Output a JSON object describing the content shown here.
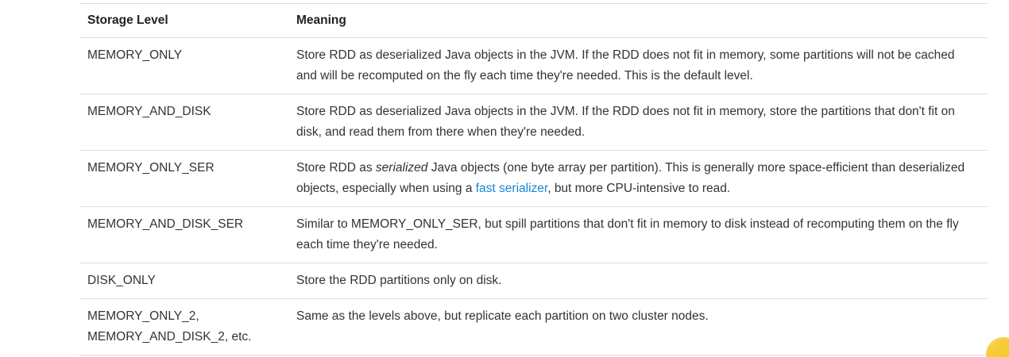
{
  "colors": {
    "text": "#333333",
    "header_text": "#222222",
    "border": "#dddddd",
    "link": "#1587d2",
    "corner_accent": "#f7cb35"
  },
  "table": {
    "columns": [
      {
        "label": "Storage Level"
      },
      {
        "label": "Meaning"
      }
    ],
    "rows": [
      {
        "level": "MEMORY_ONLY",
        "meaning": [
          {
            "t": "Store RDD as deserialized Java objects in the JVM. If the RDD does not fit in memory, some partitions will not be cached and will be recomputed on the fly each time they're needed. This is the default level.",
            "s": "normal"
          }
        ]
      },
      {
        "level": "MEMORY_AND_DISK",
        "meaning": [
          {
            "t": "Store RDD as deserialized Java objects in the JVM. If the RDD does not fit in memory, store the partitions that don't fit on disk, and read them from there when they're needed.",
            "s": "normal"
          }
        ]
      },
      {
        "level": "MEMORY_ONLY_SER",
        "meaning": [
          {
            "t": "Store RDD as ",
            "s": "normal"
          },
          {
            "t": "serialized",
            "s": "italic"
          },
          {
            "t": " Java objects (one byte array per partition). This is generally more space-efficient than deserialized objects, especially when using a ",
            "s": "normal"
          },
          {
            "t": "fast serializer",
            "s": "link",
            "name": "fast-serializer-link"
          },
          {
            "t": ", but more CPU-intensive to read.",
            "s": "normal"
          }
        ]
      },
      {
        "level": "MEMORY_AND_DISK_SER",
        "meaning": [
          {
            "t": "Similar to MEMORY_ONLY_SER, but spill partitions that don't fit in memory to disk instead of recomputing them on the fly each time they're needed.",
            "s": "normal"
          }
        ]
      },
      {
        "level": "DISK_ONLY",
        "meaning": [
          {
            "t": "Store the RDD partitions only on disk.",
            "s": "normal"
          }
        ]
      },
      {
        "level": "MEMORY_ONLY_2, MEMORY_AND_DISK_2, etc.",
        "meaning": [
          {
            "t": "Same as the levels above, but replicate each partition on two cluster nodes.",
            "s": "normal"
          }
        ]
      }
    ]
  },
  "decor": {
    "corner_shape": "yellow-quarter-circle"
  }
}
